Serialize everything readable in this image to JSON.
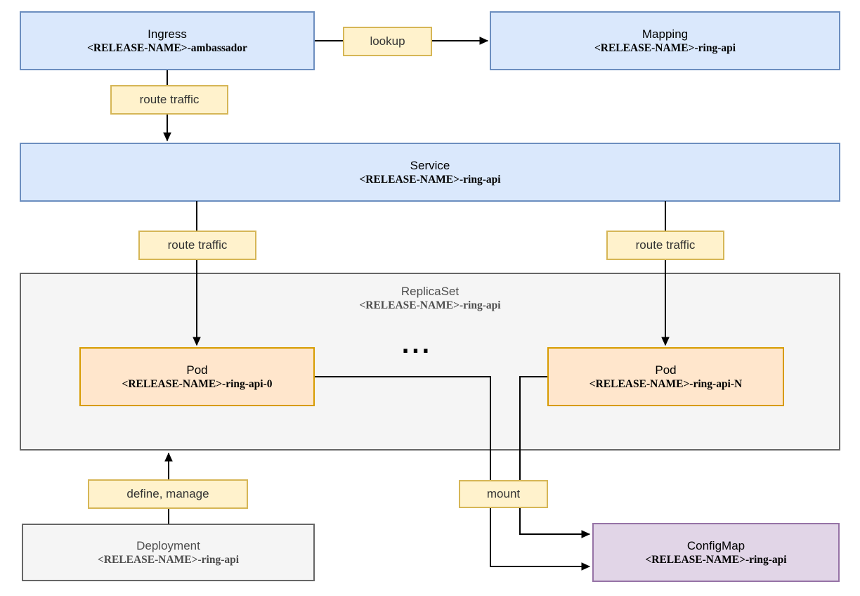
{
  "diagram": {
    "nodes": {
      "ingress": {
        "title": "Ingress",
        "subtitle": "<RELEASE-NAME>-ambassador"
      },
      "mapping": {
        "title": "Mapping",
        "subtitle": "<RELEASE-NAME>-ring-api"
      },
      "service": {
        "title": "Service",
        "subtitle": "<RELEASE-NAME>-ring-api"
      },
      "replicaset": {
        "title": "ReplicaSet",
        "subtitle": "<RELEASE-NAME>-ring-api"
      },
      "pod0": {
        "title": "Pod",
        "subtitle": "<RELEASE-NAME>-ring-api-0"
      },
      "podn": {
        "title": "Pod",
        "subtitle": "<RELEASE-NAME>-ring-api-N"
      },
      "deployment": {
        "title": "Deployment",
        "subtitle": "<RELEASE-NAME>-ring-api"
      },
      "configmap": {
        "title": "ConfigMap",
        "subtitle": "<RELEASE-NAME>-ring-api"
      }
    },
    "edge_labels": {
      "lookup": "lookup",
      "route_traffic_ingress_service": "route traffic",
      "route_traffic_service_pod0": "route traffic",
      "route_traffic_service_podn": "route traffic",
      "define_manage": "define, manage",
      "mount": "mount"
    },
    "ellipsis": "...",
    "colors": {
      "node_blue_fill": "#dae8fc",
      "node_blue_stroke": "#6c8ebf",
      "node_orange_fill": "#ffe6cc",
      "node_orange_stroke": "#d79b00",
      "node_gray_fill": "#f5f5f5",
      "node_gray_stroke": "#666666",
      "node_purple_fill": "#e1d5e7",
      "node_purple_stroke": "#9673a6",
      "label_yellow_fill": "#fff2cc",
      "label_yellow_stroke": "#d6b656",
      "edge_stroke": "#000000"
    }
  }
}
